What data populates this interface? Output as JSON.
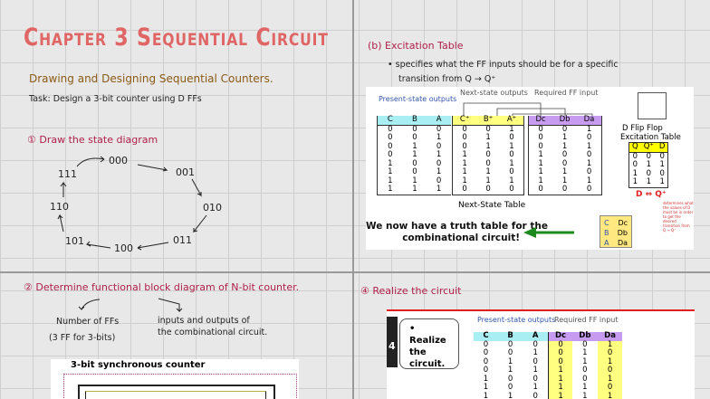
{
  "left": {
    "title": "Chapter 3 Sequential Circuit",
    "subtitle": "Drawing and Designing Sequential Counters.",
    "task": "Task: Design a 3-bit counter using D FFs",
    "step1": "① Draw the state diagram",
    "states": [
      "000",
      "001",
      "010",
      "011",
      "100",
      "101",
      "110",
      "111"
    ],
    "step2": "② Determine functional block diagram of N-bit counter.",
    "note_ffs": "Number of FFs",
    "note_ffs2": "(3 FF for 3-bits)",
    "note_io": "inputs and outputs of",
    "note_io2": "the combinational circuit.",
    "counter_title": "3-bit synchronous counter"
  },
  "right": {
    "step_b": "(b) Excitation Table",
    "bullet1": "• specifies what the FF inputs should be for a specific",
    "bullet2": "transition from Q → Q⁺",
    "present_label": "Present-state outputs",
    "next_label": "Next-state outputs",
    "req_label": "Required FF input",
    "present_headers": [
      "C",
      "B",
      "A"
    ],
    "next_headers": [
      "C⁺",
      "B⁺",
      "A⁺"
    ],
    "ff_headers": [
      "Dc",
      "Db",
      "Da"
    ],
    "present_rows": [
      [
        "0",
        "0",
        "0"
      ],
      [
        "0",
        "0",
        "1"
      ],
      [
        "0",
        "1",
        "0"
      ],
      [
        "0",
        "1",
        "1"
      ],
      [
        "1",
        "0",
        "0"
      ],
      [
        "1",
        "0",
        "1"
      ],
      [
        "1",
        "1",
        "0"
      ],
      [
        "1",
        "1",
        "1"
      ]
    ],
    "next_rows": [
      [
        "0",
        "0",
        "1"
      ],
      [
        "0",
        "1",
        "0"
      ],
      [
        "0",
        "1",
        "1"
      ],
      [
        "1",
        "0",
        "0"
      ],
      [
        "1",
        "0",
        "1"
      ],
      [
        "1",
        "1",
        "0"
      ],
      [
        "1",
        "1",
        "1"
      ],
      [
        "0",
        "0",
        "0"
      ]
    ],
    "table_caption": "Next-State Table",
    "dff_title": "D Flip Flop",
    "dff_sub": "Excitation Table",
    "dff_headers": [
      "Q",
      "Q⁺",
      "D"
    ],
    "dff_rows": [
      [
        "0",
        "0",
        "0"
      ],
      [
        "0",
        "1",
        "1"
      ],
      [
        "1",
        "0",
        "0"
      ],
      [
        "1",
        "1",
        "1"
      ]
    ],
    "dff_eq": "D ⇔ Q⁺",
    "handnote": "determines what the values of D must be in order to get the desired transition from Q → Q⁺",
    "truth_text1": "We now have a truth table for the",
    "truth_text2": "combinational circuit!",
    "block_in": [
      "C",
      "B",
      "A"
    ],
    "block_out": [
      "Dc",
      "Db",
      "Da"
    ],
    "step4": "④ Realize the circuit",
    "realize_num": "4",
    "realize_text": "• Realize the circuit."
  },
  "colors": {
    "title": "#e06565",
    "accent_crimson": "#b0204a",
    "arrow_green": "#1e8a1e"
  }
}
